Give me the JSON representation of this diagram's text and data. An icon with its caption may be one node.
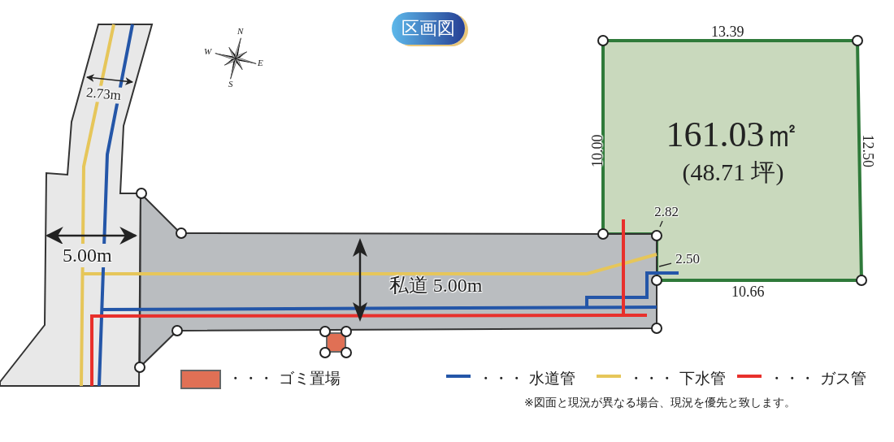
{
  "diagram": {
    "title": "区画図",
    "nodes": [
      {
        "text": [
          "161.03㎡",
          "(48.71 坪)"
        ],
        "beside": [
          "13.39",
          "10.00",
          "12.50",
          "10.66"
        ]
      },
      {
        "text": [
          "私道 5.00m"
        ]
      },
      {
        "text": [],
        "shape": "box"
      },
      {
        "text": [
          "2.82"
        ],
        "in": 0
      },
      {
        "text": [
          "2.50"
        ],
        "in": 0
      }
    ],
    "edges": [
      {
        "from": 3,
        "to": 0,
        "arrow": "none"
      },
      {
        "from": 4,
        "to": 0,
        "arrow": "none"
      }
    ],
    "labels": [
      "N",
      "W",
      "E",
      "S",
      "2.73m",
      "5.00m",
      "※図面と現況が異なる場合、現況を優先と致します。"
    ],
    "legend": [
      {
        "text": "・・・ ゴミ置場",
        "color": "#e07055"
      },
      {
        "text": "・・・ 水道管"
      },
      {
        "text": "・・・ 下水管"
      },
      {
        "text": "・・・ ガス管"
      }
    ]
  }
}
